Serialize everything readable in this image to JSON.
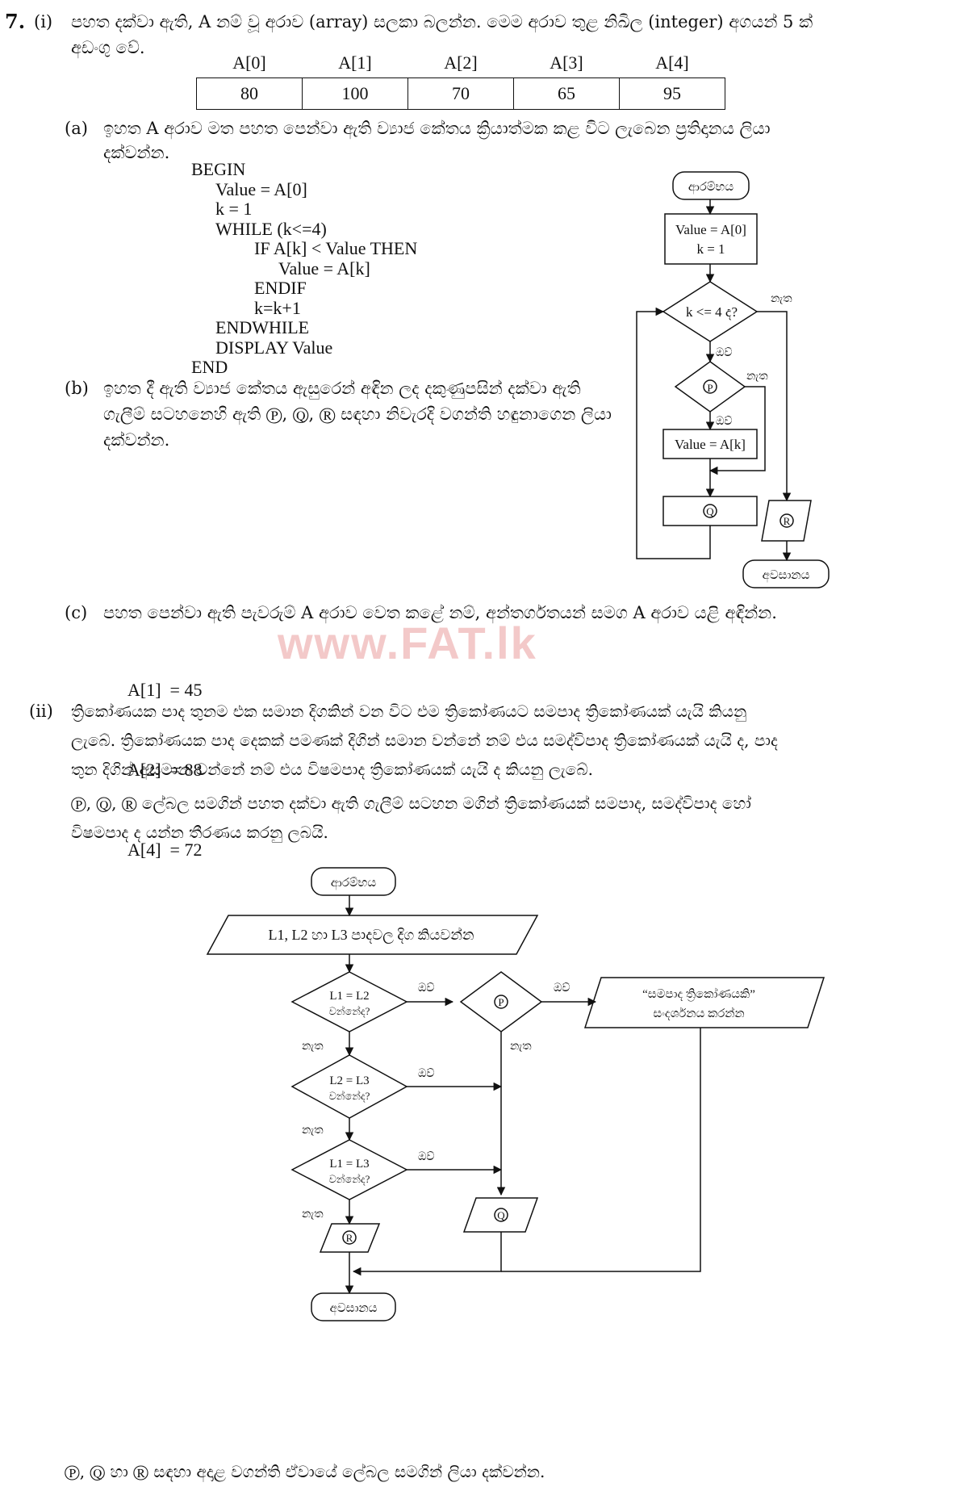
{
  "q7": {
    "number": "7.",
    "part_i_label": "(i)",
    "intro_line1": "පහත දක්වා ඇති, A නම් වූ අරාව (array) සලකා බලන්න. මෙම අරාව තුළ නිඛිල (integer) අගයන් 5 ක්",
    "intro_line2": "අඩංගු වේ.",
    "array_headers": [
      "A[0]",
      "A[1]",
      "A[2]",
      "A[3]",
      "A[4]"
    ],
    "array_values": [
      "80",
      "100",
      "70",
      "65",
      "95"
    ],
    "a_label": "(a)",
    "a_line1": "ඉහත A අරාව මත පහත පෙන්වා ඇති ව්‍යාජ කේතය ක්‍රියාත්මක කළ විට ලැබෙන ප්‍රතිදානය ලියා",
    "a_line2": "දක්වන්න.",
    "pseudo": [
      "BEGIN",
      "Value = A[0]",
      "k = 1",
      "WHILE (k<=4)",
      "IF A[k] < Value THEN",
      "Value = A[k]",
      "ENDIF",
      "k=k+1",
      "ENDWHILE",
      "DISPLAY Value",
      "END"
    ],
    "b_label": "(b)",
    "b_line1": "ඉහත දී ඇති ව්‍යාජ කේතය ඇසුරෙන් අඳින ලද දකුණුපසින් දක්වා ඇති",
    "b_line2": "ගැලීම් සටහනෙහි ඇති Ⓟ, Ⓠ, Ⓡ සඳහා නිවැරදි වගන්ති හඳුනාගෙන ලියා",
    "b_line3": "දක්වන්න.",
    "fc1": {
      "start": "ආරම්භය",
      "init_1": "Value = A[0]",
      "init_2": "k = 1",
      "cond": "k <= 4 ද?",
      "no1": "නැත",
      "yes1": "ඔව්",
      "p": "P",
      "no2": "නැත",
      "yes2": "ඔව්",
      "assign": "Value = A[k]",
      "q": "Q",
      "r": "R",
      "end": "අවසානය"
    },
    "c_label": "(c)",
    "c_line1": "පහත පෙන්වා ඇති පැවරුම් A අරාව වෙත කළේ නම්, අන්තර්ගතයන් සමග A අරාව යළි අඳින්න.",
    "c_assign": [
      "A[1]  = 45",
      "A[2]  = 88",
      "A[4]  = 72"
    ],
    "watermark": "www.FAT.lk",
    "part_ii_label": "(ii)",
    "ii_line1": "ත්‍රිකෝණයක පාද තුනම එක සමාන දිගකින් වන විට එම ත්‍රිකෝණයට සමපාද ත්‍රිකෝණයක් යැයි කියනු",
    "ii_line2": "ලැබේ. ත්‍රිකෝණයක පාද දෙකක් පමණක් දිගින් සමාන වන්නේ නම් එය සමද්විපාද ත්‍රිකෝණයක් යැයි ද, පාද",
    "ii_line3": "තුන දිගින් අසමාන වන්නේ නම් එය විෂමපාද ත්‍රිකෝණයක් යැයි ද කියනු ලැබේ.",
    "ii_line4": "Ⓟ, Ⓠ, Ⓡ ලේබල සමගින් පහත දක්වා ඇති ගැලීම් සටහන මගින් ත්‍රිකෝණයක් සමපාද, සමද්විපාද හෝ",
    "ii_line5": "විෂමපාද ද යන්න තීරණය කරනු ලබයි.",
    "fc2": {
      "start": "ආරම්භය",
      "input": "L1, L2 හා L3 පාදවල දිග කියවන්න",
      "c1a": "L1 = L2",
      "c1b": "වන්නේද?",
      "c2a": "L2 = L3",
      "c2b": "වන්නේද?",
      "c3a": "L1 = L3",
      "c3b": "වන්නේද?",
      "yes": "ඔව්",
      "no": "නැත",
      "p": "P",
      "q": "Q",
      "r": "R",
      "out1": "“සමපාද ත්‍රිකෝණයකි”",
      "out2": "සංදර්ශනය කරන්න",
      "end": "අවසානය"
    },
    "final_line": "Ⓟ, Ⓠ හා Ⓡ සඳහා අදාළ වගන්ති ඒවායේ ලේබල සමගින් ලියා දක්වන්න."
  }
}
